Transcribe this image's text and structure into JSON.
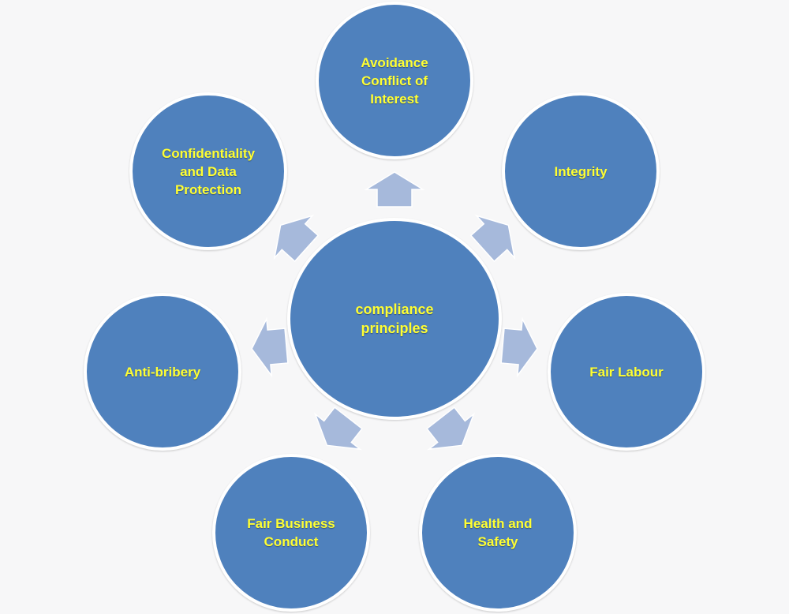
{
  "diagram": {
    "center": {
      "label": "compliance\nprinciples"
    },
    "nodes": [
      {
        "id": "avoidance",
        "label": "Avoidance\nConflict of\nInterest"
      },
      {
        "id": "integrity",
        "label": "Integrity"
      },
      {
        "id": "fair-labour",
        "label": "Fair Labour"
      },
      {
        "id": "health-safety",
        "label": "Health and\nSafety"
      },
      {
        "id": "fair-business",
        "label": "Fair Business\nConduct"
      },
      {
        "id": "anti-bribery",
        "label": "Anti-bribery"
      },
      {
        "id": "confidentiality",
        "label": "Confidentiality\nand Data\nProtection"
      }
    ],
    "colors": {
      "node_fill": "#4f81bd",
      "label_text": "#ffff33",
      "arrow_fill": "#a6b9db",
      "background": "#f7f7f8"
    }
  }
}
